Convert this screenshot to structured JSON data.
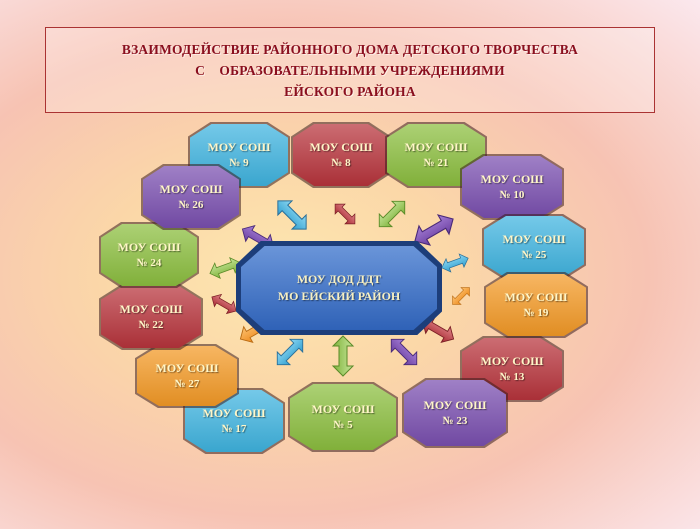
{
  "title": {
    "line1": "ВЗАИМОДЕЙСТВИЕ РАЙОННОГО ДОМА ДЕТСКОГО ТВОРЧЕСТВА",
    "line2": "С    ОБРАЗОВАТЕЛЬНЫМИ УЧРЕЖДЕНИЯМИ",
    "line3": "ЕЙСКОГО РАЙОНА"
  },
  "center": {
    "line1": "МОУ ДОД ДДТ",
    "line2": "МО ЕЙСКИЙ РАЙОН"
  },
  "colors": {
    "red": "#b8343c",
    "green": "#8cbf3f",
    "blue": "#3fb4e0",
    "purple": "#7a4fb0",
    "orange": "#f49a26",
    "center": "#3a6fc4"
  },
  "nodes": [
    {
      "label": "МОУ СОШ",
      "num": "№ 9",
      "color": "#3fb4e0"
    },
    {
      "label": "МОУ СОШ",
      "num": "№ 8",
      "color": "#b8343c"
    },
    {
      "label": "МОУ СОШ",
      "num": "№ 21",
      "color": "#8cbf3f"
    },
    {
      "label": "МОУ СОШ",
      "num": "№ 10",
      "color": "#7a4fb0"
    },
    {
      "label": "МОУ СОШ",
      "num": "№ 25",
      "color": "#3fb4e0"
    },
    {
      "label": "МОУ СОШ",
      "num": "№ 19",
      "color": "#f49a26"
    },
    {
      "label": "МОУ СОШ",
      "num": "№ 13",
      "color": "#b8343c"
    },
    {
      "label": "МОУ СОШ",
      "num": "№ 23",
      "color": "#7a4fb0"
    },
    {
      "label": "МОУ СОШ",
      "num": "№ 5",
      "color": "#8cbf3f"
    },
    {
      "label": "МОУ СОШ",
      "num": "№ 17",
      "color": "#3fb4e0"
    },
    {
      "label": "МОУ СОШ",
      "num": "№ 27",
      "color": "#f49a26"
    },
    {
      "label": "МОУ СОШ",
      "num": "№ 22",
      "color": "#b8343c"
    },
    {
      "label": "МОУ СОШ",
      "num": "№ 24",
      "color": "#8cbf3f"
    },
    {
      "label": "МОУ СОШ",
      "num": "№ 26",
      "color": "#7a4fb0"
    }
  ]
}
